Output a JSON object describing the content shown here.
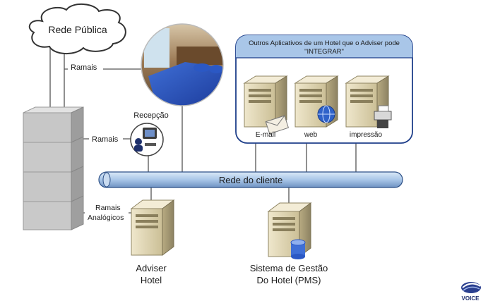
{
  "cloud": {
    "label": "Rede Pública"
  },
  "links": {
    "ramais_top": "Ramais",
    "ramais_mid": "Ramais",
    "ramais_analog_1": "Ramais",
    "ramais_analog_2": "Analógicos"
  },
  "reception": {
    "label": "Recepção"
  },
  "integrations": {
    "title_line1": "Outros Aplicativos de um Hotel que o Adviser pode",
    "title_line2": "\"INTEGRAR\"",
    "servers": [
      {
        "label": "E-mail"
      },
      {
        "label": "web"
      },
      {
        "label": "impressão"
      }
    ]
  },
  "network": {
    "label": "Rede do cliente"
  },
  "adviser": {
    "line1": "Adviser",
    "line2": "Hotel"
  },
  "pms": {
    "line1": "Sistema de Gestão",
    "line2": "Do Hotel (PMS)"
  },
  "brand": {
    "name": "VOICE"
  },
  "colors": {
    "pipe": "#a9c6e8",
    "frame": "#1f3f8a",
    "pbx": "#c9c9c9",
    "server": "#ded3b0"
  }
}
